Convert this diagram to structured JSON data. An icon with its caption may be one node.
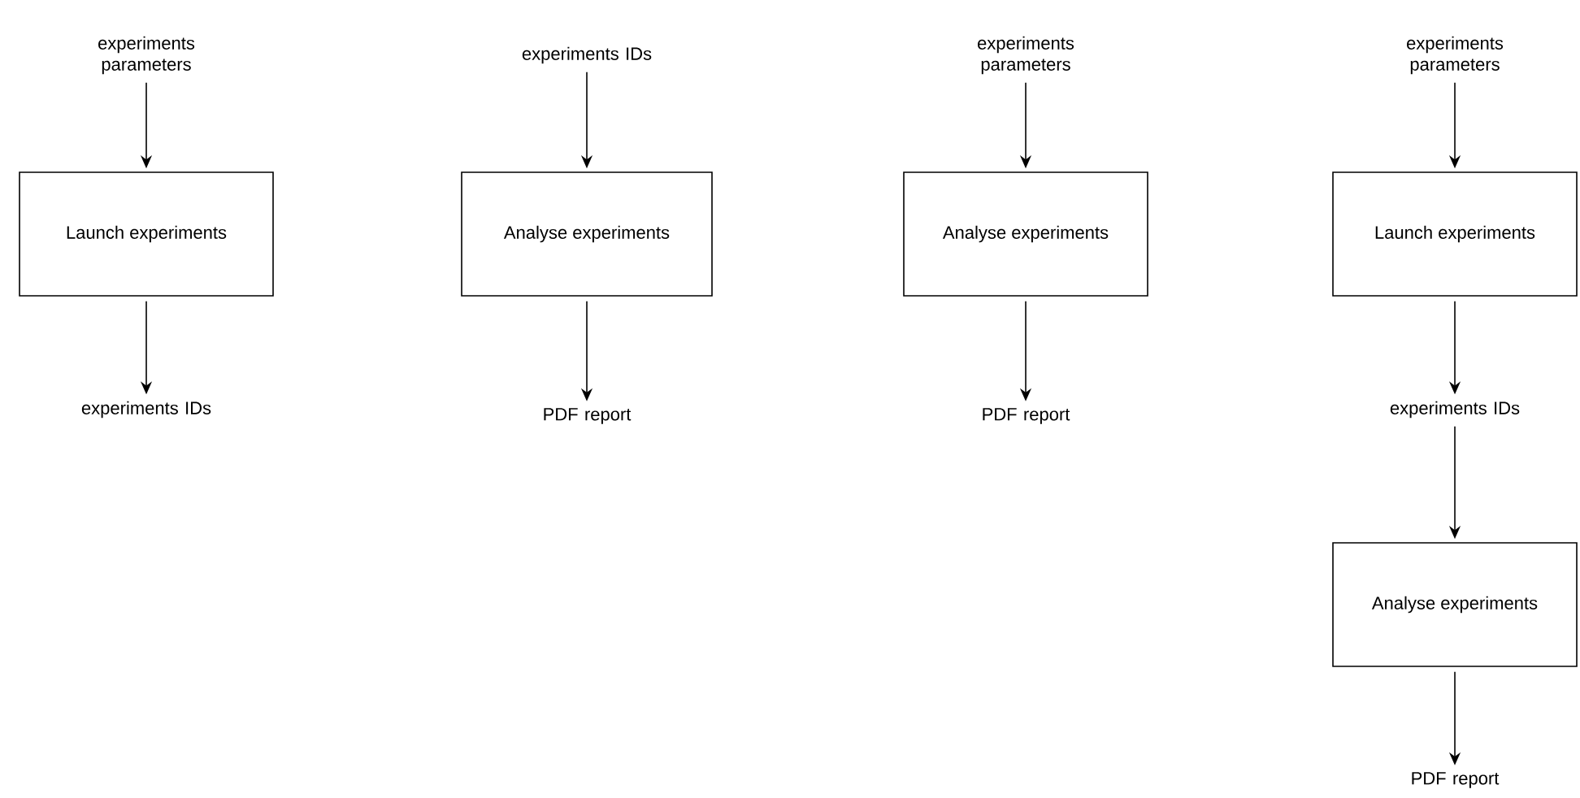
{
  "diagram": {
    "nodes": [
      {
        "text": [
          "experiments parameters"
        ]
      },
      {
        "text": [
          "Launch experiments"
        ]
      },
      {
        "text": [
          "experiments IDs"
        ]
      },
      {
        "text": [
          "experiments IDs"
        ]
      },
      {
        "text": [
          "Analyse experiments"
        ]
      },
      {
        "text": [
          "PDF report"
        ]
      },
      {
        "text": [
          "experiments parameters"
        ]
      },
      {
        "text": [
          "Analyse experiments"
        ]
      },
      {
        "text": [
          "PDF report"
        ]
      },
      {
        "text": [
          "experiments parameters"
        ]
      },
      {
        "text": [
          "Launch experiments"
        ]
      },
      {
        "text": [
          "experiments IDs"
        ]
      },
      {
        "text": [
          "Analyse experiments"
        ]
      },
      {
        "text": [
          "PDF report"
        ]
      }
    ],
    "edges": [
      {
        "from": 0,
        "to": 1,
        "arrow": "to"
      },
      {
        "from": 1,
        "to": 2,
        "arrow": "to"
      },
      {
        "from": 3,
        "to": 4,
        "arrow": "to"
      },
      {
        "from": 4,
        "to": 5,
        "arrow": "to"
      },
      {
        "from": 6,
        "to": 7,
        "arrow": "to"
      },
      {
        "from": 7,
        "to": 8,
        "arrow": "to"
      },
      {
        "from": 9,
        "to": 10,
        "arrow": "to"
      },
      {
        "from": 10,
        "to": 11,
        "arrow": "to"
      },
      {
        "from": 11,
        "to": 12,
        "arrow": "to"
      },
      {
        "from": 12,
        "to": 13,
        "arrow": "to"
      }
    ]
  }
}
